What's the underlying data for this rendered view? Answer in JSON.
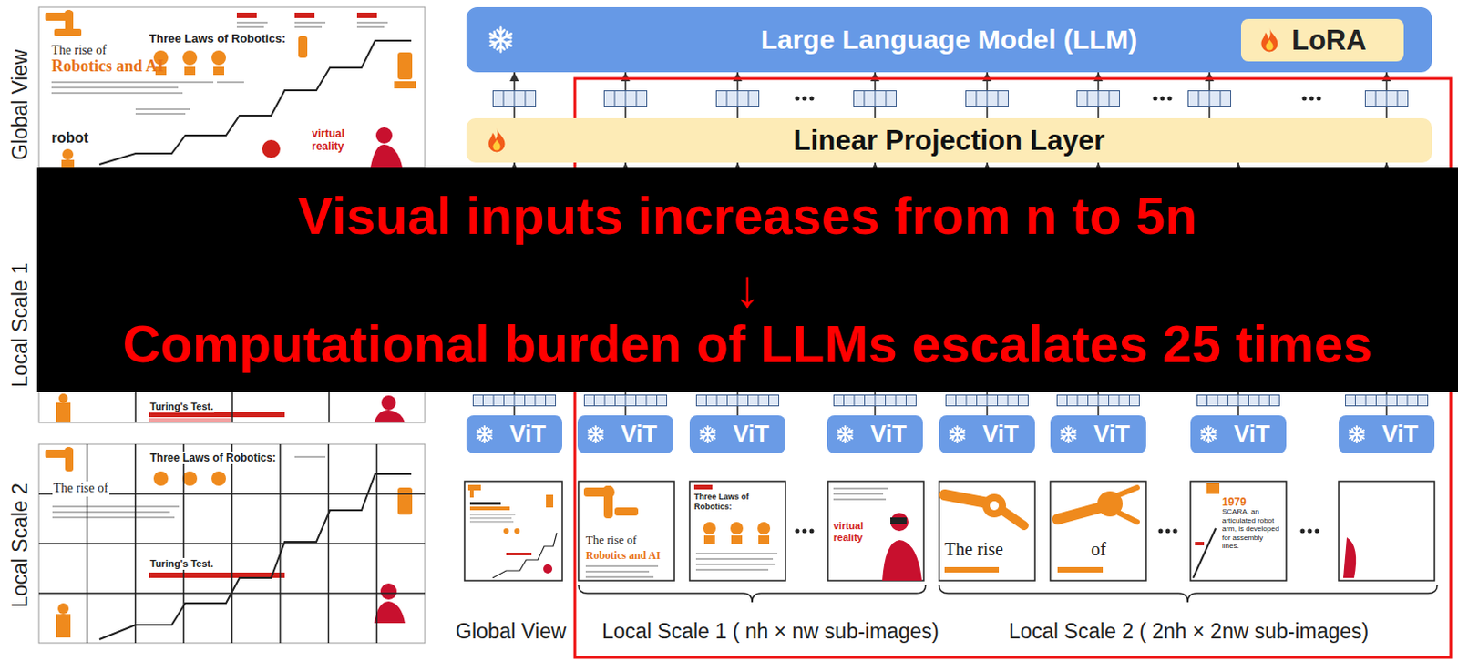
{
  "diagram": {
    "nodes": [
      {
        "text": [
          "Large Language Model (LLM)"
        ]
      },
      {
        "text": [
          "LoRA"
        ],
        "in": 0
      },
      {
        "text": [
          "Linear Projection Layer"
        ]
      },
      {
        "text": [
          "Visual inputs increases from n to 5n",
          "↓",
          "Computational burden of LLMs escalates 25 times"
        ]
      },
      {
        "text": [
          "ViT"
        ]
      },
      {
        "text": [
          "ViT"
        ]
      },
      {
        "text": [
          "ViT"
        ]
      },
      {
        "text": [
          "ViT"
        ]
      },
      {
        "text": [
          "ViT"
        ]
      },
      {
        "text": [
          "ViT"
        ]
      },
      {
        "text": [
          "ViT"
        ]
      },
      {
        "text": [
          "ViT"
        ]
      }
    ],
    "edges": [
      {
        "from": 4,
        "to": 2,
        "arrow": "to"
      },
      {
        "from": 5,
        "to": 2,
        "arrow": "to"
      },
      {
        "from": 6,
        "to": 2,
        "arrow": "to"
      },
      {
        "from": 7,
        "to": 2,
        "arrow": "to"
      },
      {
        "from": 8,
        "to": 2,
        "arrow": "to"
      },
      {
        "from": 9,
        "to": 2,
        "arrow": "to"
      },
      {
        "from": 10,
        "to": 2,
        "arrow": "to"
      },
      {
        "from": 11,
        "to": 2,
        "arrow": "to"
      },
      {
        "from": 2,
        "to": 0,
        "arrow": "to"
      },
      {
        "from": 2,
        "to": 0,
        "arrow": "to"
      },
      {
        "from": 2,
        "to": 0,
        "arrow": "to"
      },
      {
        "from": 2,
        "to": 0,
        "arrow": "to"
      },
      {
        "from": 2,
        "to": 0,
        "arrow": "to"
      },
      {
        "from": 2,
        "to": 0,
        "arrow": "to"
      },
      {
        "from": 2,
        "to": 0,
        "arrow": "to"
      },
      {
        "from": 2,
        "to": 0,
        "arrow": "to"
      }
    ],
    "labels": [
      "Global View",
      "Local Scale 1",
      "Local Scale 2",
      "The rise of",
      "Robotics and AI",
      "Three Laws of Robotics:",
      "robot",
      "virtual reality",
      "Turing's Test.",
      "The rise of",
      "Three Laws of Robotics:",
      "Turing's Test.",
      "The rise of",
      "Robotics and AI",
      "Three Laws of Robotics:",
      "virtual reality",
      "The rise",
      "of",
      "1979",
      "SCARA, an articulated robot arm, is developed for assembly lines.",
      "Global View",
      "Local Scale 1 ( nh × nw sub-images)",
      "Local Scale 2 ( 2nh × 2nw sub-images)"
    ]
  }
}
